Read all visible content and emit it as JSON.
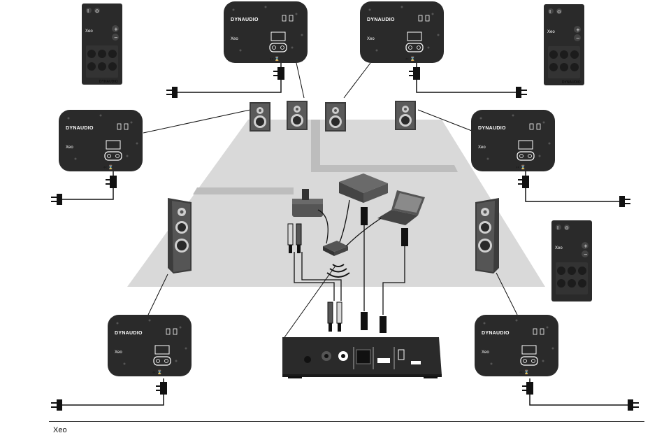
{
  "brand": "DYNAUDIO",
  "model": "Xeo",
  "remote_buttons": {
    "power": "I",
    "source": "⊙",
    "mute": "♯",
    "vol_up": "+",
    "vol_down": "−"
  },
  "colors": {
    "device": "#2a2a2a",
    "floor": "#d9d9d9",
    "floor_path": "#bdbdbd",
    "cable": "#111111",
    "speaker": "#3c3c3c"
  },
  "footer": {
    "label": "Xeo"
  }
}
